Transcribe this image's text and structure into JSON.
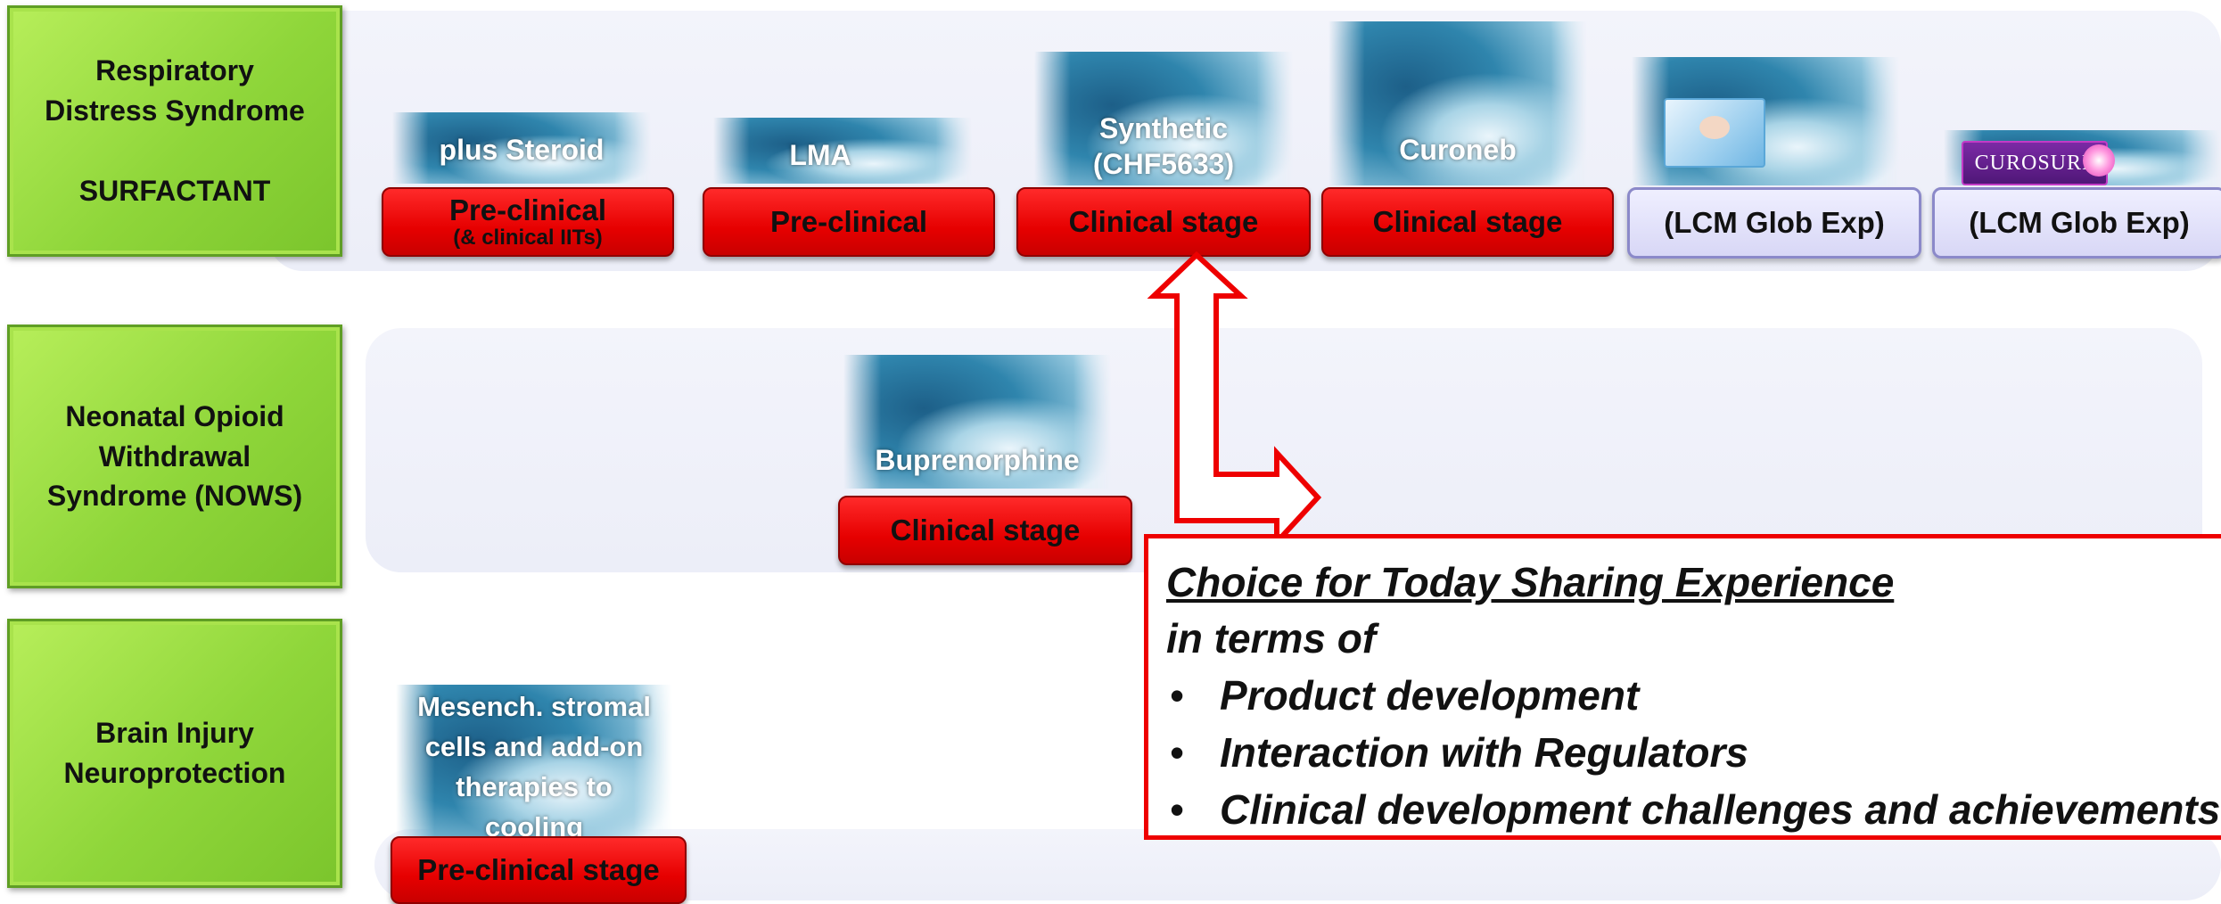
{
  "categories": [
    {
      "lines": [
        "Respiratory",
        "Distress Syndrome",
        "",
        "SURFACTANT"
      ]
    },
    {
      "lines": [
        "Neonatal Opioid",
        "Withdrawal",
        "Syndrome (NOWS)"
      ]
    },
    {
      "lines": [
        "Brain Injury",
        "Neuroprotection"
      ]
    }
  ],
  "surfactant_products": [
    {
      "name": "plus Steroid",
      "stage": "Pre-clinical",
      "stage_sub": "(& clinical IITs)"
    },
    {
      "name": "LMA",
      "stage": "Pre-clinical"
    },
    {
      "name_lines": [
        "Synthetic",
        "(CHF5633)"
      ],
      "stage": "Clinical stage"
    },
    {
      "name": "Curoneb",
      "stage": "Clinical stage"
    },
    {
      "stage": "(LCM Glob Exp)"
    },
    {
      "image_text": "CUROSURF",
      "stage": "(LCM Glob Exp)"
    }
  ],
  "nows_products": [
    {
      "name": "Buprenorphine",
      "stage": "Clinical stage"
    }
  ],
  "brain_products": [
    {
      "name_lines": [
        "Mesench. stromal",
        "cells and add-on",
        "therapies to",
        "cooling"
      ],
      "stage": "Pre-clinical stage"
    }
  ],
  "info_box": {
    "title": "Choice for Today Sharing Experience",
    "subtitle": "in terms of",
    "items": [
      "Product development",
      "Interaction with Regulators",
      "Clinical development challenges and achievements"
    ]
  },
  "colors": {
    "category_green": "#8fd63a",
    "stage_red": "#e60000",
    "stage_lavender": "#d8d7f6",
    "arrow_red": "#ee0000"
  },
  "icons": {
    "product_image": "ocean-wave",
    "arrow": "double-headed-bent-arrow"
  }
}
